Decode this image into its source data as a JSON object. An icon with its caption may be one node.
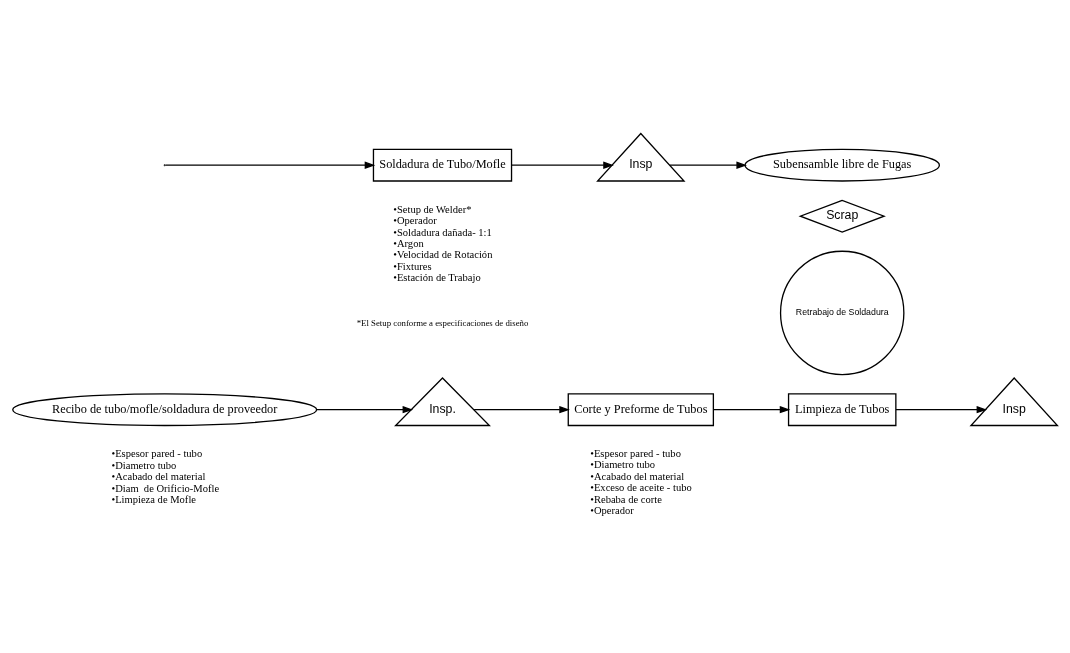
{
  "diagram": {
    "nodes": [
      {
        "text": [
          "Recibo de tubo/mofle/soldadura de proveedor"
        ],
        "beside": [
          "•Espesor pared - tubo",
          "•Diametro tubo",
          "•Acabado del material",
          "•Diam  de Orificio-Mofle",
          "•Limpieza de Mofle"
        ]
      },
      {
        "text": [
          "Insp."
        ]
      },
      {
        "text": [
          "Corte y Preforme de Tubos"
        ],
        "beside": [
          "•Espesor pared - tubo",
          "•Diametro tubo",
          "•Acabado del material",
          "•Exceso de aceite - tubo",
          "•Rebaba de corte",
          "•Operador"
        ]
      },
      {
        "text": [
          "Limpieza de Tubos"
        ]
      },
      {
        "text": [
          "Insp"
        ]
      },
      {
        "text": [
          "Soldadura de Tubo/Mofle"
        ],
        "beside": [
          "•Setup de Welder*",
          "•Operador",
          "•Soldadura dañada- 1:1",
          "•Argon",
          "•Velocidad de Rotación",
          "•Fixtures",
          "•Estación de Trabajo"
        ]
      },
      {
        "text": [
          "Insp"
        ]
      },
      {
        "text": [
          "Subensamble libre de Fugas"
        ]
      },
      {
        "text": [
          "Scrap"
        ]
      },
      {
        "text": [
          "Retrabajo de Soldadura"
        ]
      }
    ],
    "edges": [
      {
        "from": 0,
        "to": 1,
        "arrow": "to"
      },
      {
        "from": 1,
        "to": 2,
        "arrow": "to"
      },
      {
        "from": 2,
        "to": 3,
        "arrow": "to"
      },
      {
        "from": 3,
        "to": 4,
        "arrow": "to"
      },
      {
        "from": null,
        "to": 5,
        "arrow": "to"
      },
      {
        "from": 5,
        "to": 6,
        "arrow": "to"
      },
      {
        "from": 6,
        "to": 7,
        "arrow": "to"
      }
    ],
    "labels": [
      "*El Setup conforme a especificaciones de diseño"
    ]
  }
}
